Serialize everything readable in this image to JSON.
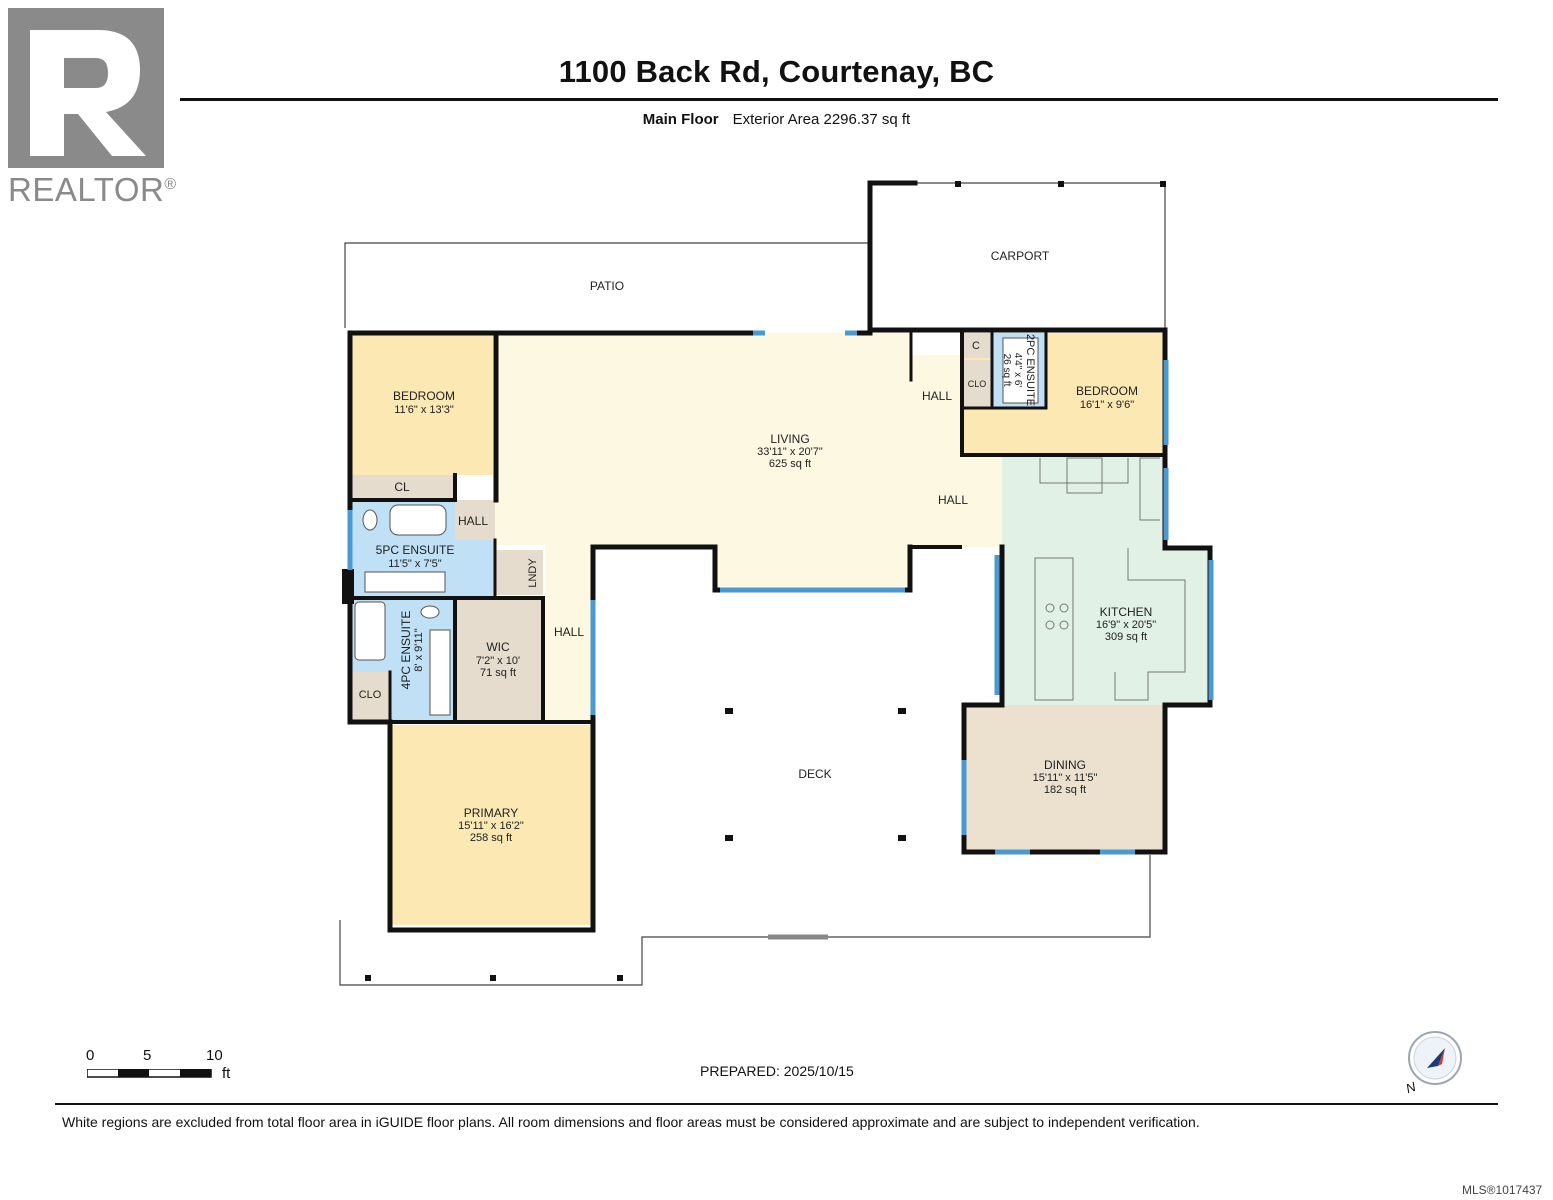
{
  "header": {
    "title": "1100 Back Rd, Courtenay, BC",
    "floor_label": "Main Floor",
    "area_label": "Exterior Area 2296.37 sq ft"
  },
  "logo": {
    "text": "REALTOR",
    "mark": "®",
    "icon": "realtor-r-logo"
  },
  "rooms": {
    "patio": {
      "name": "PATIO"
    },
    "carport": {
      "name": "CARPORT"
    },
    "bedroom1": {
      "name": "BEDROOM",
      "dims": "11'6\" x 13'3\""
    },
    "living": {
      "name": "LIVING",
      "dims": "33'11\" x 20'7\"",
      "area": "625 sq ft"
    },
    "hall_top": {
      "name": "HALL"
    },
    "c": {
      "name": "C"
    },
    "clo_top": {
      "name": "CLO"
    },
    "ensuite2": {
      "name": "2PC ENSUITE",
      "dims": "4'4\" x 6'",
      "area": "26 sq ft"
    },
    "bedroom2": {
      "name": "BEDROOM",
      "dims": "16'1\" x 9'6\""
    },
    "hall_mid": {
      "name": "HALL"
    },
    "cl": {
      "name": "CL"
    },
    "hall_small": {
      "name": "HALL"
    },
    "ensuite5": {
      "name": "5PC ENSUITE",
      "dims": "11'5\" x 7'5\""
    },
    "lndy": {
      "name": "LNDY"
    },
    "ensuite4": {
      "name": "4PC ENSUITE",
      "dims": "8' x 9'11\""
    },
    "wic": {
      "name": "WIC",
      "dims": "7'2\" x 10'",
      "area": "71 sq ft"
    },
    "hall_left": {
      "name": "HALL"
    },
    "clo_left": {
      "name": "CLO"
    },
    "kitchen": {
      "name": "KITCHEN",
      "dims": "16'9\" x 20'5\"",
      "area": "309 sq ft"
    },
    "deck": {
      "name": "DECK"
    },
    "dining": {
      "name": "DINING",
      "dims": "15'11\" x 11'5\"",
      "area": "182 sq ft"
    },
    "primary": {
      "name": "PRIMARY",
      "dims": "15'11\" x 16'2\"",
      "area": "258 sq ft"
    }
  },
  "scale": {
    "t0": "0",
    "t5": "5",
    "t10": "10",
    "unit": "ft"
  },
  "prepared": "PREPARED: 2025/10/15",
  "compass": {
    "label": "N",
    "icon": "compass-icon"
  },
  "disclaimer": "White regions are excluded from total floor area in iGUIDE floor plans. All room dimensions and floor areas must be considered approximate and are subject to independent verification.",
  "mls": "MLS®1017437",
  "colors": {
    "living": "#fdf8e2",
    "bedroom": "#fbe8b3",
    "bath": "#bfe0f5",
    "closet": "#e6dccd",
    "kitchen": "#e2f1e6",
    "dining": "#ece1cf",
    "wall": "#111111",
    "window": "#4a9ad1"
  }
}
